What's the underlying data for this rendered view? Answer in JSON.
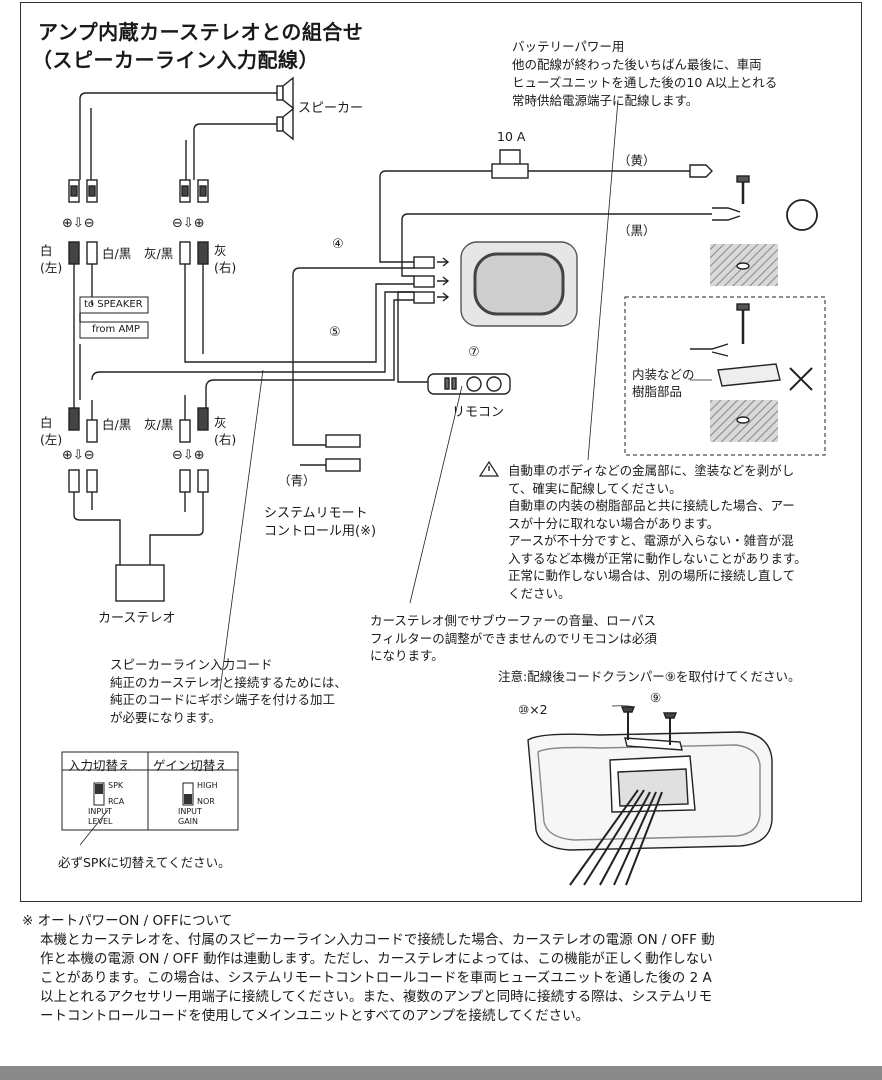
{
  "title_line1": "アンプ内蔵カーステレオとの組合せ",
  "title_line2": "（スピーカーライン入力配線）",
  "speaker_label": "スピーカー",
  "battery_note": "バッテリーパワー用\n他の配線が終わった後いちばん最後に、車両\nヒューズユニットを通した後の10 A以上とれる\n常時供給電源端子に配線します。",
  "fuse_label": "10 A",
  "yellow_label": "（黄）",
  "black_label": "（黒）",
  "circle_num_4": "④",
  "circle_num_5": "⑤",
  "circle_num_7": "⑦",
  "polarity_left_top": "⊕⇩⊖",
  "polarity_right_top": "⊖⇩⊕",
  "polarity_left_bottom": "⊕⇩⊖",
  "polarity_right_bottom": "⊖⇩⊕",
  "left_white_top": "白\n(左)",
  "white_black_top": "白/黒",
  "gray_black_top": "灰/黒",
  "gray_top": "灰\n(右)",
  "left_white_bottom": "白\n(左)",
  "white_black_bottom": "白/黒",
  "gray_black_bottom": "灰/黒",
  "gray_bottom": "灰\n(右)",
  "to_speaker": "to SPEAKER",
  "from_amp": "from AMP",
  "remote_label": "リモコン",
  "blue_label": "（青）",
  "system_remote_label": "システムリモート\nコントロール用(※)",
  "car_stereo_label": "カーステレオ",
  "ground_ok_symbol": "○",
  "ground_ng_symbol": "✕",
  "resin_part_label": "内装などの\n樹脂部品",
  "warning_text": "自動車のボディなどの金属部に、塗装などを剥がし\nて、確実に配線してください。\n自動車の内装の樹脂部品と共に接続した場合、アー\nスが十分に取れない場合があります。\nアースが不十分ですと、電源が入らない・雑音が混\n入するなど本機が正常に動作しないことがあります。\n正常に動作しない場合は、別の場所に接続し直して\nください。",
  "speaker_cord_note": "スピーカーライン入力コード\n純正のカーステレオと接続するためには、\n純正のコードにギボシ端子を付ける加工\nが必要になります。",
  "remote_note": "カーステレオ側でサブウーファーの音量、ローパス\nフィルターの調整ができませんのでリモコンは必須\nになります。",
  "clamper_note": "注意:配線後コードクランパー⑨を取付けてください。",
  "screw_label": "⑩×2",
  "clamper_num": "⑨",
  "switch_table": {
    "col1_header": "入力切替え",
    "col2_header": "ゲイン切替え",
    "spk": "SPK",
    "rca": "RCA",
    "input_level": "INPUT\nLEVEL",
    "high": "HIGH",
    "nor": "NOR",
    "input_gain": "INPUT\nGAIN"
  },
  "spk_note": "必ずSPKに切替えてください。",
  "auto_power_title": "※ オートパワーON / OFFについて",
  "auto_power_body": [
    "本機とカーステレオを、付属のスピーカーライン入力コードで接続した場合、カーステレオの電源 ON / OFF 動",
    "作と本機の電源 ON / OFF 動作は連動します。ただし、カーステレオによっては、この機能が正しく動作しない",
    "ことがあります。この場合は、システムリモートコントロールコードを車両ヒューズユニットを通した後の 2 A",
    "以上とれるアクセサリー用端子に接続してください。また、複数のアンプと同時に接続する際は、システムリモ",
    "ートコントロールコードを使用してメインユニットとすべてのアンプを接続してください。"
  ]
}
